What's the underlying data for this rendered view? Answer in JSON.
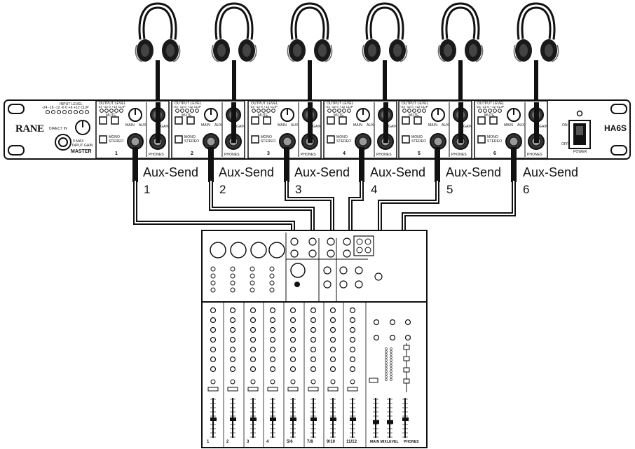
{
  "rack": {
    "brand": "RANE",
    "model": "HA6S",
    "input_level_label": "INPUT LEVEL",
    "input_level_scale": "-24 -18 -12 -6 0 +6 +12 CLIP",
    "direct_in_label": "DIRECT IN",
    "input_gain_label": "INPUT GAIN",
    "input_gain_range": "0    MAX",
    "master_label": "MASTER",
    "output_level_label": "OUTPUT LEVEL",
    "output_level_scale": "-24 -12 0 +12 CLIP",
    "mute_label": "MUTE",
    "mono_label": "MONO",
    "stereo_label": "STEREO",
    "main_label": "MAIN",
    "aux_label": "AUX",
    "gain_label": "GAIN",
    "phones_label": "PHONES",
    "power_label": "POWER",
    "on_label": "ON",
    "off_label": "OFF",
    "channels": [
      "1",
      "2",
      "3",
      "4",
      "5",
      "6"
    ]
  },
  "aux_sends": [
    {
      "label": "Aux-Send",
      "number": "1"
    },
    {
      "label": "Aux-Send",
      "number": "2"
    },
    {
      "label": "Aux-Send",
      "number": "3"
    },
    {
      "label": "Aux-Send",
      "number": "4"
    },
    {
      "label": "Aux-Send",
      "number": "5"
    },
    {
      "label": "Aux-Send",
      "number": "6"
    }
  ],
  "mixer": {
    "channel_labels": [
      "1",
      "2",
      "3",
      "4",
      "5/6",
      "7/8",
      "9/10",
      "11/12"
    ],
    "main_mix_label": "MAIN MIX",
    "level_label": "LEVEL",
    "phones_label": "PHONES"
  }
}
